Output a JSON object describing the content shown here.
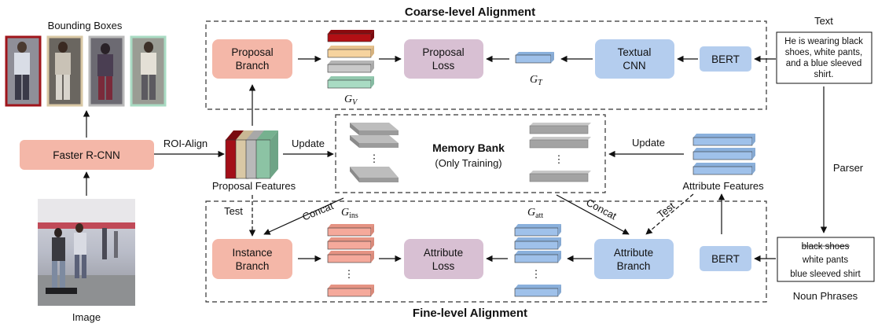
{
  "titles": {
    "coarse": "Coarse-level Alignment",
    "fine": "Fine-level Alignment"
  },
  "left": {
    "bounding_boxes": "Bounding Boxes",
    "faster_rcnn": "Faster R-CNN",
    "image": "Image",
    "roi_align": "ROI-Align",
    "proposal_features": "Proposal Features"
  },
  "coarse": {
    "proposal_branch": [
      "Proposal",
      "Branch"
    ],
    "proposal_loss": [
      "Proposal",
      "Loss"
    ],
    "textual_cnn": [
      "Textual",
      "CNN"
    ],
    "bert": "BERT",
    "gv": "G",
    "gv_sub": "V",
    "gt": "G",
    "gt_sub": "T"
  },
  "memory": {
    "title": "Memory Bank",
    "subtitle": "(Only Training)",
    "update_left": "Update",
    "update_right": "Update",
    "dots": "⋮"
  },
  "right": {
    "text_header": "Text",
    "text_lines": [
      "He is wearing black",
      "shoes, white pants,",
      "and a blue sleeved",
      "shirt."
    ],
    "parser": "Parser",
    "attribute_features": "Attribute Features",
    "noun_phrases": "Noun Phrases",
    "phrases": [
      "black shoes",
      "white pants",
      "blue sleeved shirt"
    ]
  },
  "fine": {
    "instance_branch": [
      "Instance",
      "Branch"
    ],
    "attribute_loss": [
      "Attribute",
      "Loss"
    ],
    "attribute_branch": [
      "Attribute",
      "Branch"
    ],
    "bert": "BERT",
    "gins": "G",
    "gins_sub": "ins",
    "gatt": "G",
    "gatt_sub": "att",
    "concat_left": "Concat",
    "concat_right": "Concat",
    "test_left": "Test",
    "test_right": "Test",
    "dots": "⋮"
  },
  "colors": {
    "salmon": "#f4b7a8",
    "purple": "#d8c0d3",
    "blue": "#b4cdee",
    "red_feat": "#a30f18",
    "tan_feat": "#d9c8a5",
    "gray_feat": "#b9b9b9",
    "green_feat": "#8cc3a4",
    "bar_red": "#b30f14",
    "bar_peach": "#f6d39e",
    "bar_gray": "#c9c9c9",
    "bar_green": "#a9dbc3",
    "bar_pink": "#f5a99b",
    "bar_blue": "#9fc1ea",
    "mem_gray": "#9b9b9b"
  }
}
